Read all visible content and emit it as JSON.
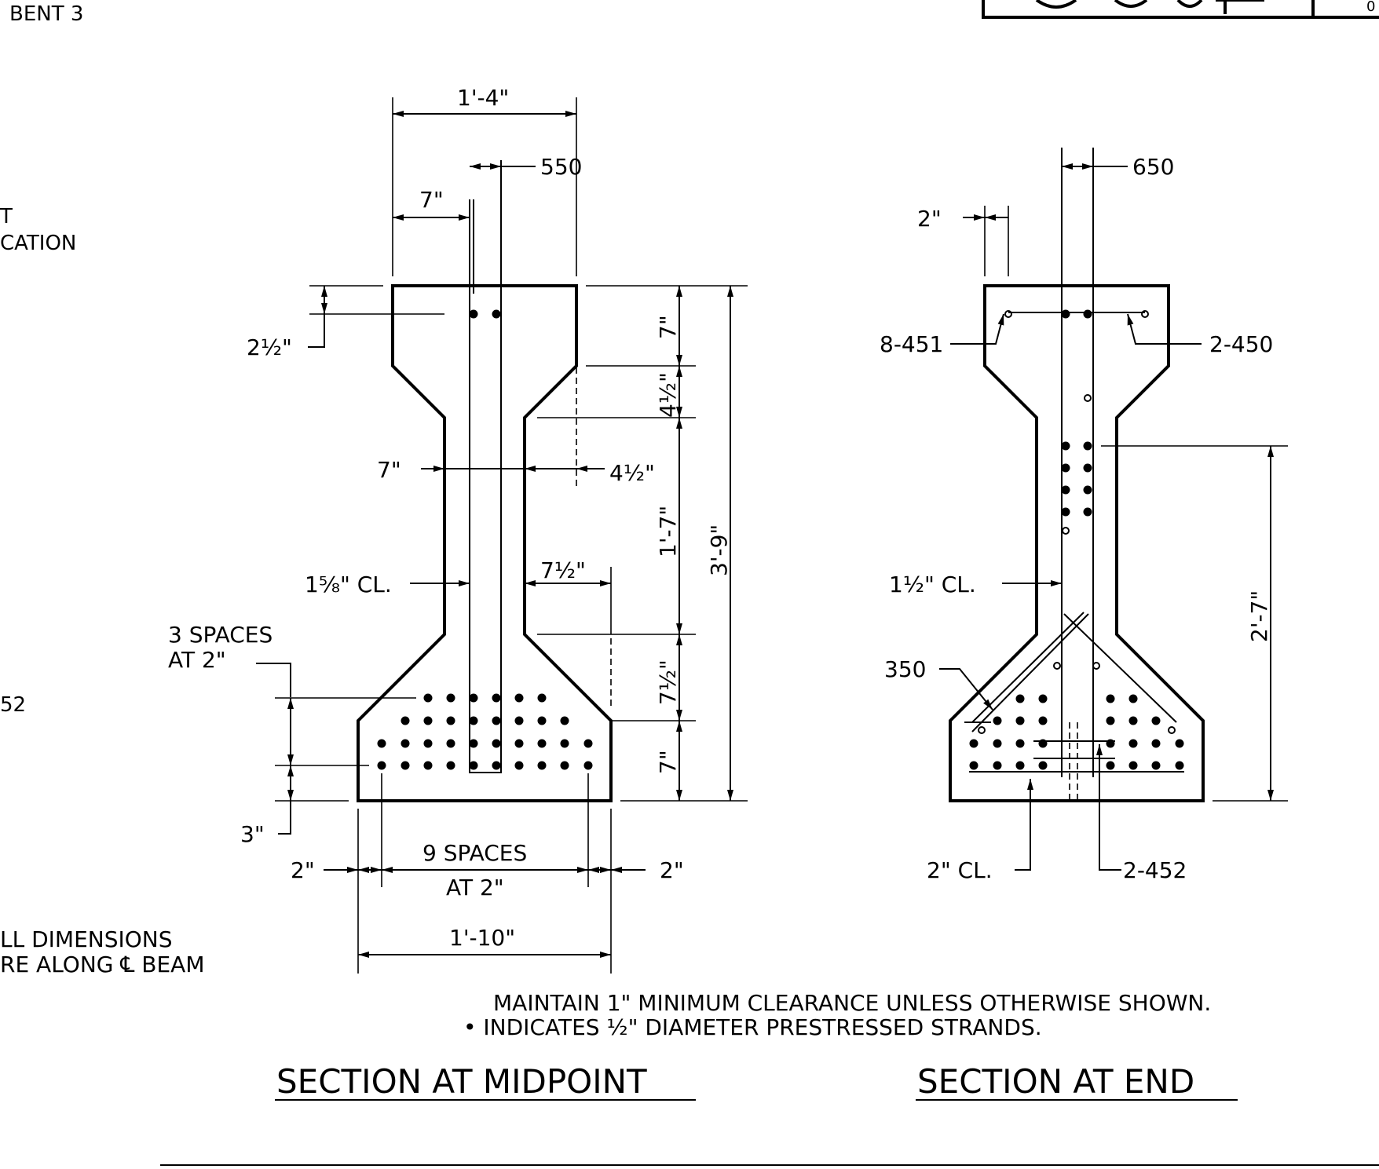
{
  "header": {
    "bent_label": "BENT 3",
    "left_partial_1": "T",
    "left_partial_2": "CATION",
    "left_partial_3": "52",
    "left_note_1": "LL DIMENSIONS",
    "left_note_2": "RE ALONG ℄ BEAM",
    "title_block_partial": "0"
  },
  "midpoint": {
    "dims": {
      "top_width": "1'-4\"",
      "strand_550": "550",
      "top_7": "7\"",
      "cover_2_5": "2½\"",
      "web_7": "7\"",
      "web_4_5": "4½\"",
      "clear_1_5_8": "1⅝\" CL.",
      "flange_7_5": "7½\"",
      "spaces_1": "3 SPACES",
      "spaces_2": "AT 2\"",
      "bottom_3": "3\"",
      "right_7_top": "7\"",
      "right_4_5": "4½\"",
      "right_1_7": "1'-7\"",
      "right_7_5": "7½\"",
      "right_7_bot": "7\"",
      "total_3_9": "3'-9\"",
      "bot_2_left": "2\"",
      "bot_spaces_1": "9 SPACES",
      "bot_spaces_2": "AT 2\"",
      "bot_2_right": "2\"",
      "bottom_width": "1'-10\""
    },
    "title": "SECTION AT MIDPOINT"
  },
  "end": {
    "dims": {
      "strand_650": "650",
      "top_2": "2\"",
      "bar_8_451": "8-451",
      "bar_2_450": "2-450",
      "clear_1_5": "1½\" CL.",
      "bar_350": "350",
      "height_2_7": "2'-7\"",
      "bot_clear_2": "2\" CL.",
      "bar_2_452": "2-452"
    },
    "title": "SECTION AT END"
  },
  "notes": {
    "line1": "MAINTAIN 1\" MINIMUM CLEARANCE UNLESS OTHERWISE SHOWN.",
    "line2": "• INDICATES ½\" DIAMETER PRESTRESSED STRANDS."
  }
}
